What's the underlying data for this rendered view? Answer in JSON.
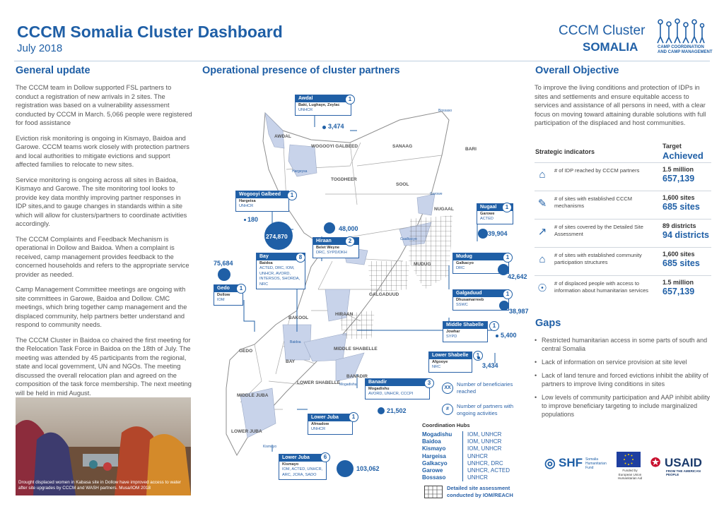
{
  "header": {
    "title": "CCCM Somalia Cluster Dashboard",
    "subtitle": "July 2018",
    "brand_top": "CCCM Cluster",
    "brand_bottom": "SOMALIA",
    "logo_text": "CAMP COORDINATION AND CAMP MANAGEMENT"
  },
  "general_update": {
    "heading": "General update",
    "paragraphs": [
      "The CCCM team in Dollow supported FSL partners to conduct a registration of new arrivals in 2 sites. The registration was based on a vulnerability assessment conducted by CCCM in March. 5,066 people were registered for food assistance",
      "Eviction risk monitoring is ongoing in Kismayo, Baidoa and Garowe. CCCM teams work closely with protection partners and local authorities to mitigate evictions and support affected families to relocate to new sites.",
      "Service monitoring is ongoing across all sites in Baidoa, Kismayo and Garowe. The site monitoring tool looks to provide key data monthly improving partner responses in IDP sites,and to gauge changes in standards within a site which will allow for clusters/partners to coordinate activities accordingly.",
      "The CCCM Complaints and Feedback Mechanism is operational in Dollow and Baidoa. When a complaint is received, camp management provides feedback to the concerned households and refers to the appropriate service provider as needed.",
      "Camp Management Committee meetings are ongoing with site committees in Garowe, Baidoa and Dollow. CMC meetings, which bring together camp management and the displaced community, help partners better understand and respond to community needs.",
      "The CCCM Cluster in Baidoa co chaired the first meeting for the Relocation Task Force in Baidoa on the 18th of July. The meeting was attended by 45 participants from the regional, state and local government, UN and NGOs. The meeting discussed the overall relocation plan and agreed on the composition of the task force membership. The next meeting will be held in mid August."
    ],
    "photo_caption": "Drought displaced women in Kabasa site in Dollow have improved access to water after site upgrades by CCCM and WASH partners. Musa/IOM 2018"
  },
  "map": {
    "heading": "Operational presence of cluster partners",
    "regions": [
      "AWDAL",
      "WOGOOYI GALBEED",
      "SANAAG",
      "BARI",
      "TOGDHEER",
      "SOOL",
      "NUGAAL",
      "MUDUG",
      "GALGADUUD",
      "HIRAAN",
      "BAKOOL",
      "GEDO",
      "BAY",
      "MIDDLE SHABELLE",
      "BANADIR",
      "LOWER SHABELLE",
      "MIDDLE JUBA",
      "LOWER JUBA"
    ],
    "cities": [
      "Bossaso",
      "Hargeysa",
      "Garowe",
      "Gaalkacyo",
      "Baidoa",
      "Mogadishu",
      "Kismayo"
    ],
    "boxes": [
      {
        "region": "Awdal",
        "count": "1",
        "district": "Baki, Lughaye, Zeylac",
        "orgs": "UNHCR",
        "total": "3,474"
      },
      {
        "region": "Wogooyi Galbeed",
        "count": "1",
        "district": "Hargeisa",
        "orgs": "UNHCR",
        "total": "180"
      },
      {
        "region": "Hiraan",
        "count": "2",
        "district": "Belet Weyne",
        "orgs": "DRC, SYPD/DKH",
        "total": "48,000"
      },
      {
        "region": "Bay",
        "count": "8",
        "district": "Baidoa",
        "orgs": "ACTED, DRC, IOM, UNHCR, AVORD, INTERSOS, SHORDA, NRC",
        "total": "274,870"
      },
      {
        "region": "Gedo",
        "count": "1",
        "district": "Dollow",
        "orgs": "IOM",
        "total": "75,684"
      },
      {
        "region": "Nugaal",
        "count": "1",
        "district": "Garowe",
        "orgs": "ACTED",
        "total": "39,904"
      },
      {
        "region": "Mudug",
        "count": "1",
        "district": "Galkacyo",
        "orgs": "DRC",
        "total": "42,642"
      },
      {
        "region": "Galgaduud",
        "count": "1",
        "district": "Dhusamarreeb",
        "orgs": "SSWC",
        "total": "38,987"
      },
      {
        "region": "Middle Shabelle",
        "count": "1",
        "district": "Jowhar",
        "orgs": "SYPD",
        "total": "5,400"
      },
      {
        "region": "Lower Shabelle",
        "count": "1",
        "district": "Afgooye",
        "orgs": "NRC",
        "total": "3,434"
      },
      {
        "region": "Banadir",
        "count": "3",
        "district": "Mogadishu",
        "orgs": "AVORD, UNHCR, CCCPI",
        "total": "21,502"
      },
      {
        "region": "Lower Juba",
        "count": "1",
        "district": "Afmadow",
        "orgs": "UNHCR",
        "total": ""
      },
      {
        "region": "Lower Juba",
        "count": "6",
        "district": "Kismayo",
        "orgs": "IOM, ACTED, UNHCR, ARC, JCRA, SADO",
        "total": "103,062"
      }
    ],
    "legend": {
      "beneficiaries_symbol": "XX",
      "beneficiaries_label": "Number of beneficiaries reached",
      "partners_symbol": "#",
      "partners_label": "Number of partners with ongoing activities",
      "hatch_label": "Detailed site assessment conducted by IOM/REACH"
    },
    "hubs_title": "Coordination Hubs",
    "hubs": [
      {
        "city": "Mogadishu",
        "partners": "IOM, UNHCR"
      },
      {
        "city": "Baidoa",
        "partners": "IOM, UNHCR"
      },
      {
        "city": "Kismayo",
        "partners": "IOM, UNHCR"
      },
      {
        "city": "Hargeisa",
        "partners": "UNHCR"
      },
      {
        "city": "Galkacyo",
        "partners": "UNHCR, DRC"
      },
      {
        "city": "Garowe",
        "partners": "UNHCR, ACTED"
      },
      {
        "city": "Bossaso",
        "partners": "UNHCR"
      }
    ]
  },
  "objective": {
    "heading": "Overall Objective",
    "text": "To improve the living conditions and protection of IDPs in sites and settlements and ensure equitable access to services and assistance of all persons in need, with a clear focus on moving toward attaining durable solutions with full participation of the displaced and host communities.",
    "indicators_head": "Strategic indicators",
    "target_head": "Target",
    "achieved_head": "Achieved",
    "indicators": [
      {
        "icon": "house-people-icon",
        "label": "# of IDP reached by CCCM partners",
        "target": "1.5 million",
        "achieved": "657,139"
      },
      {
        "icon": "walking-person-icon",
        "label": "# of sites with established CCCM mechanisms",
        "target": "1,600 sites",
        "achieved": "685 sites"
      },
      {
        "icon": "chart-trend-icon",
        "label": "# of sites covered by the Detailed Site Assessment",
        "target": "89 districts",
        "achieved": "94 districts"
      },
      {
        "icon": "community-house-icon",
        "label": "# of sites with established community participation structures",
        "target": "1,600 sites",
        "achieved": "685 sites"
      },
      {
        "icon": "microphone-icon",
        "label": "# of displaced people with access to information about humanitarian services",
        "target": "1.5 million",
        "achieved": "657,139"
      }
    ]
  },
  "gaps": {
    "heading": "Gaps",
    "items": [
      "Restricted humanitarian access in some parts of south and central Somalia",
      "Lack of information on service provision at site level",
      "Lack of land tenure and forced evictions inhibit the ability of partners to improve living conditions in sites",
      "Low levels of community participation and AAP inhibit ability to improve beneficiary targeting to include marginalized populations"
    ]
  },
  "donors": {
    "shf": "SHF",
    "shf_sub": "Somalia Humanitarian Fund",
    "eu_sub": "Funded by European Union Humanitarian Aid",
    "usaid": "USAID",
    "usaid_sub": "FROM THE AMERICAN PEOPLE"
  }
}
